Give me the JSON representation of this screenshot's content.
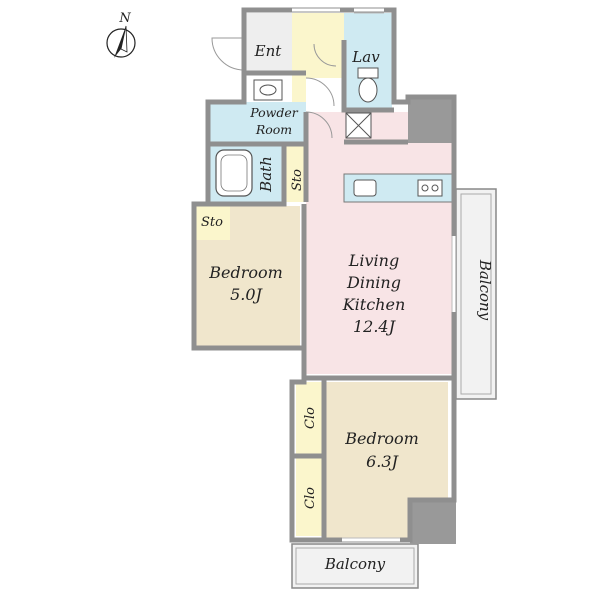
{
  "compass": {
    "label": "N"
  },
  "rooms": {
    "entrance": "Ent",
    "lavatory": "Lav",
    "powder_room": [
      "Powder",
      "Room"
    ],
    "bath": "Bath",
    "storage_hall": "Sto",
    "storage_bedroom": "Sto",
    "bedroom_small": [
      "Bedroom",
      "5.0J"
    ],
    "ldk": [
      "Living",
      "Dining",
      "Kitchen",
      "12.4J"
    ],
    "closet_upper": "Clo",
    "closet_lower": "Clo",
    "bedroom_large": [
      "Bedroom",
      "6.3J"
    ],
    "balcony_side": "Balcony",
    "balcony_bottom": "Balcony"
  },
  "colors": {
    "wall": "#8f8f8f",
    "ldk_floor": "#f8e4e6",
    "bedroom_floor": "#f0e6cc",
    "wet_area": "#cfeaf2",
    "entrance_floor": "#eeeeee",
    "storage": "#fbf6cc",
    "balcony": "#f2f2f2",
    "pillar": "#999999"
  }
}
